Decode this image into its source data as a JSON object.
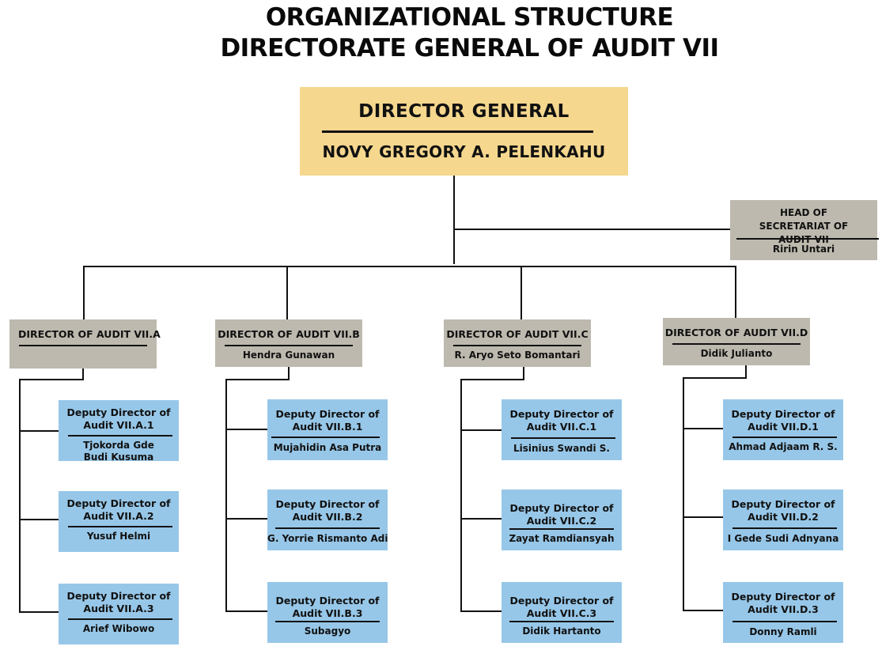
{
  "title": {
    "line1": "ORGANIZATIONAL STRUCTURE",
    "line2": "DIRECTORATE GENERAL OF  AUDIT VII"
  },
  "director_general": {
    "title": "DIRECTOR GENERAL",
    "name": "NOVY GREGORY A. PELENKAHU"
  },
  "secretariat": {
    "title": "HEAD OF SECRETARIAT OF AUDIT VII",
    "name": "Ririn Untari"
  },
  "colors": {
    "director_general_fill": "#f5d78e",
    "director_fill": "#bdb9ae",
    "deputy_fill": "#97c7e8",
    "line": "#111111"
  },
  "directors": [
    {
      "title": "DIRECTOR OF AUDIT VII.A",
      "name": "",
      "deputies": [
        {
          "title": "Deputy Director of Audit VII.A.1",
          "name": "Tjokorda Gde Budi Kusuma"
        },
        {
          "title": "Deputy Director of Audit VII.A.2",
          "name": "Yusuf Helmi"
        },
        {
          "title": "Deputy Director of Audit VII.A.3",
          "name": "Arief Wibowo"
        }
      ]
    },
    {
      "title": "DIRECTOR OF AUDIT VII.B",
      "name": "Hendra Gunawan",
      "deputies": [
        {
          "title": "Deputy Director of Audit VII.B.1",
          "name": "Mujahidin Asa Putra"
        },
        {
          "title": "Deputy Director of Audit VII.B.2",
          "name": "G. Yorrie Rismanto Adi"
        },
        {
          "title": "Deputy Director of Audit VII.B.3",
          "name": "Subagyo"
        }
      ]
    },
    {
      "title": "DIRECTOR OF AUDIT VII.C",
      "name": "R. Aryo Seto Bomantari",
      "deputies": [
        {
          "title": "Deputy Director of Audit VII.C.1",
          "name": "Lisinius Swandi S."
        },
        {
          "title": "Deputy Director of Audit VII.C.2",
          "name": "Zayat Ramdiansyah"
        },
        {
          "title": "Deputy Director of Audit VII.C.3",
          "name": "Didik Hartanto"
        }
      ]
    },
    {
      "title": "DIRECTOR OF AUDIT VII.D",
      "name": "Didik Julianto",
      "deputies": [
        {
          "title": "Deputy Director of Audit VII.D.1",
          "name": "Ahmad Adjaam R. S."
        },
        {
          "title": "Deputy Director of Audit VII.D.2",
          "name": "I Gede Sudi Adnyana"
        },
        {
          "title": "Deputy Director of Audit VII.D.3",
          "name": "Donny Ramli"
        }
      ]
    }
  ]
}
